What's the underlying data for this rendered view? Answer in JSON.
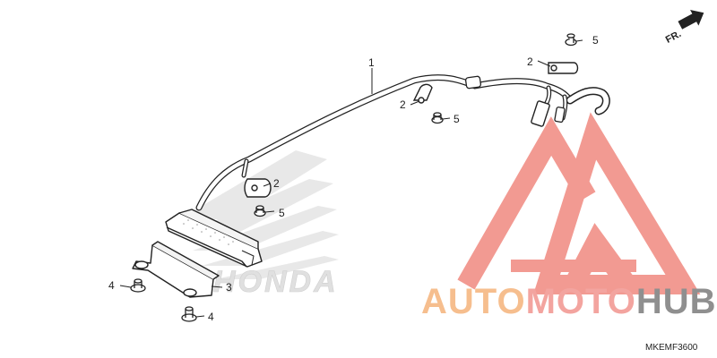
{
  "diagram": {
    "direction_label": "FR.",
    "diagram_code": "MKEMF3600",
    "callouts": [
      "1",
      "2",
      "2",
      "2",
      "3",
      "4",
      "4",
      "5",
      "5",
      "5"
    ],
    "watermark": {
      "brand": "HONDA",
      "logo_prefix": "AUTO",
      "logo_mid": "MOTO",
      "logo_suffix": "HUB"
    },
    "colors": {
      "line": "#222222",
      "watermark_grey": "#e2e2e2",
      "logo_red": "#f29a92",
      "logo_orange": "#f6be8e",
      "logo_pink": "#f3a49f",
      "logo_dark": "#8f8f8f"
    }
  }
}
